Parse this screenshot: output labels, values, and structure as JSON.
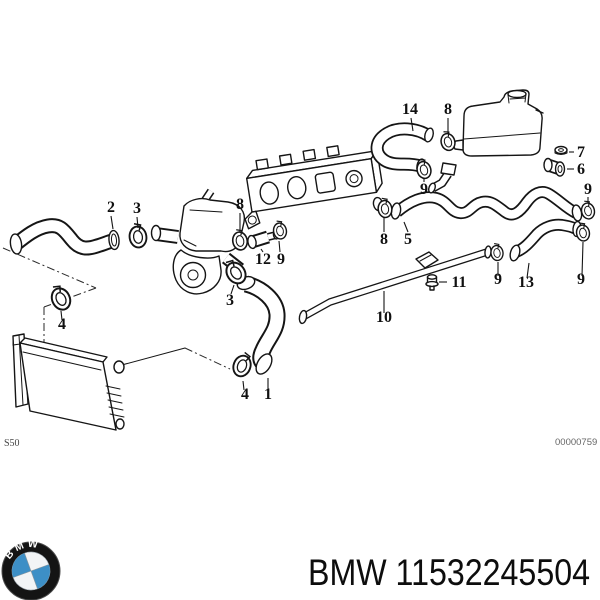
{
  "page": {
    "background": "#ffffff",
    "type": "parts-catalog-diagram"
  },
  "diagram": {
    "subject": "cooling system water hoses exploded view",
    "drawing_code_left": "S50",
    "drawing_code_right": "00000759",
    "callouts": [
      {
        "id": "14",
        "label": "14"
      },
      {
        "id": "8-tank-clamp",
        "label": "8"
      },
      {
        "id": "7",
        "label": "7"
      },
      {
        "id": "6",
        "label": "6"
      },
      {
        "id": "2",
        "label": "2"
      },
      {
        "id": "3-hose2-clamp",
        "label": "3"
      },
      {
        "id": "8-thermostat-clamp",
        "label": "8"
      },
      {
        "id": "12",
        "label": "12"
      },
      {
        "id": "9-thermostat-clamp",
        "label": "9"
      },
      {
        "id": "9-hose14-clamp",
        "label": "9"
      },
      {
        "id": "8-head-clamp",
        "label": "8"
      },
      {
        "id": "5",
        "label": "5"
      },
      {
        "id": "9-hose5-clamp",
        "label": "9"
      },
      {
        "id": "3-hose1-clamp",
        "label": "3"
      },
      {
        "id": "11",
        "label": "11"
      },
      {
        "id": "9-pipe-clamp",
        "label": "9"
      },
      {
        "id": "13",
        "label": "13"
      },
      {
        "id": "9-hose13-clamp",
        "label": "9"
      },
      {
        "id": "10",
        "label": "10"
      },
      {
        "id": "4-upper-clamp",
        "label": "4"
      },
      {
        "id": "4-hose1-clamp",
        "label": "4"
      },
      {
        "id": "1",
        "label": "1"
      }
    ]
  },
  "footer": {
    "caption": "BMW 11532245504",
    "logo_letters": "BMW"
  },
  "colors": {
    "line": "#151515",
    "logo_blue": "#3d8fc6",
    "logo_dark": "#141414",
    "code_gray": "#666666"
  }
}
